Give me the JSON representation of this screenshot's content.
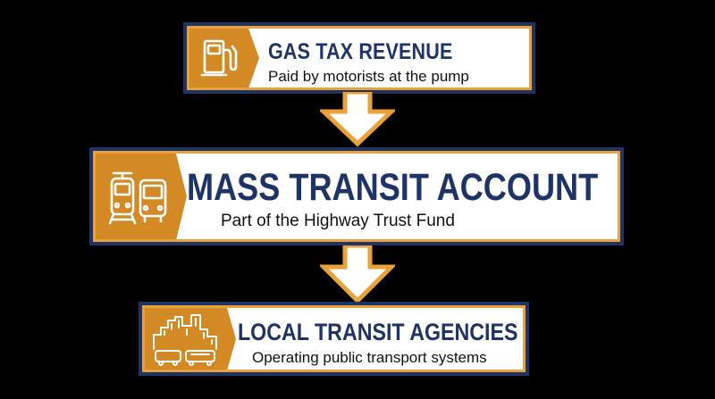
{
  "nodes": [
    {
      "id": "gas-tax-revenue",
      "title": "GAS TAX REVENUE",
      "subtitle": "Paid by motorists at the pump",
      "icon": "gas-pump-icon"
    },
    {
      "id": "mass-transit-account",
      "title": "MASS TRANSIT ACCOUNT",
      "subtitle": "Part of the Highway Trust Fund",
      "icon": "train-bus-icon"
    },
    {
      "id": "local-transit-agencies",
      "title": "LOCAL TRANSIT AGENCIES",
      "subtitle": "Operating public transport systems",
      "icon": "city-transit-icon"
    }
  ],
  "edges": [
    {
      "from": "gas-tax-revenue",
      "to": "mass-transit-account"
    },
    {
      "from": "mass-transit-account",
      "to": "local-transit-agencies"
    }
  ],
  "colors": {
    "background": "#000000",
    "navy": "#1e3466",
    "orange": "#e9a23b",
    "icon_panel": "#d38a25",
    "card_face": "#ffffff"
  }
}
